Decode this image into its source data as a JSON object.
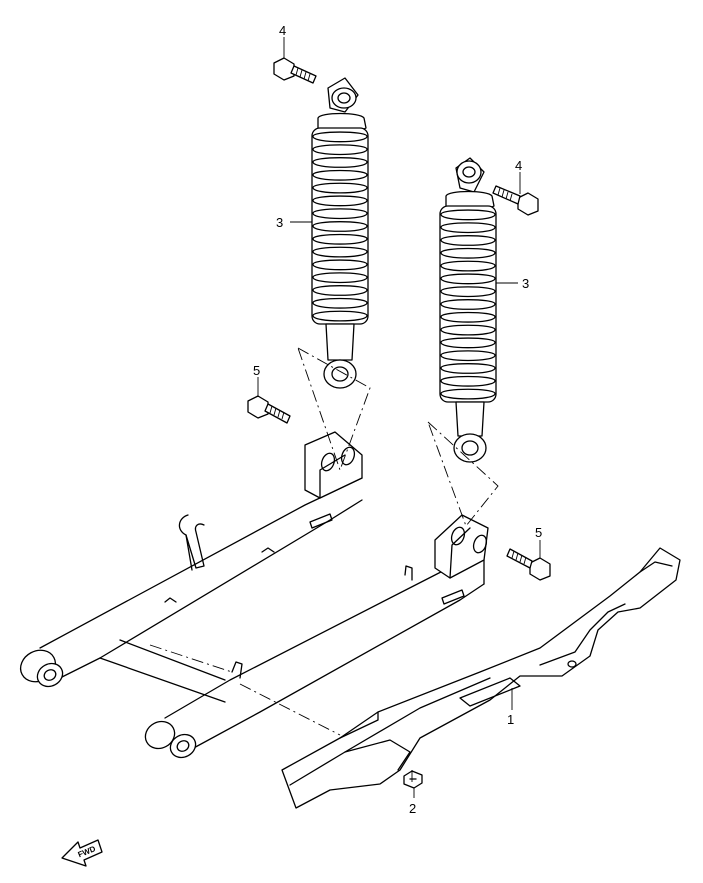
{
  "diagram": {
    "callouts": {
      "swingarm_guard": "1",
      "guard_bolt": "2",
      "shock_left": "3",
      "shock_right": "3",
      "upper_bolt_left": "4",
      "upper_bolt_right": "4",
      "lower_bolt_left": "5",
      "lower_bolt_right": "5"
    },
    "direction_arrow": {
      "label": "FWD",
      "icon": "forward-arrow-icon"
    }
  }
}
